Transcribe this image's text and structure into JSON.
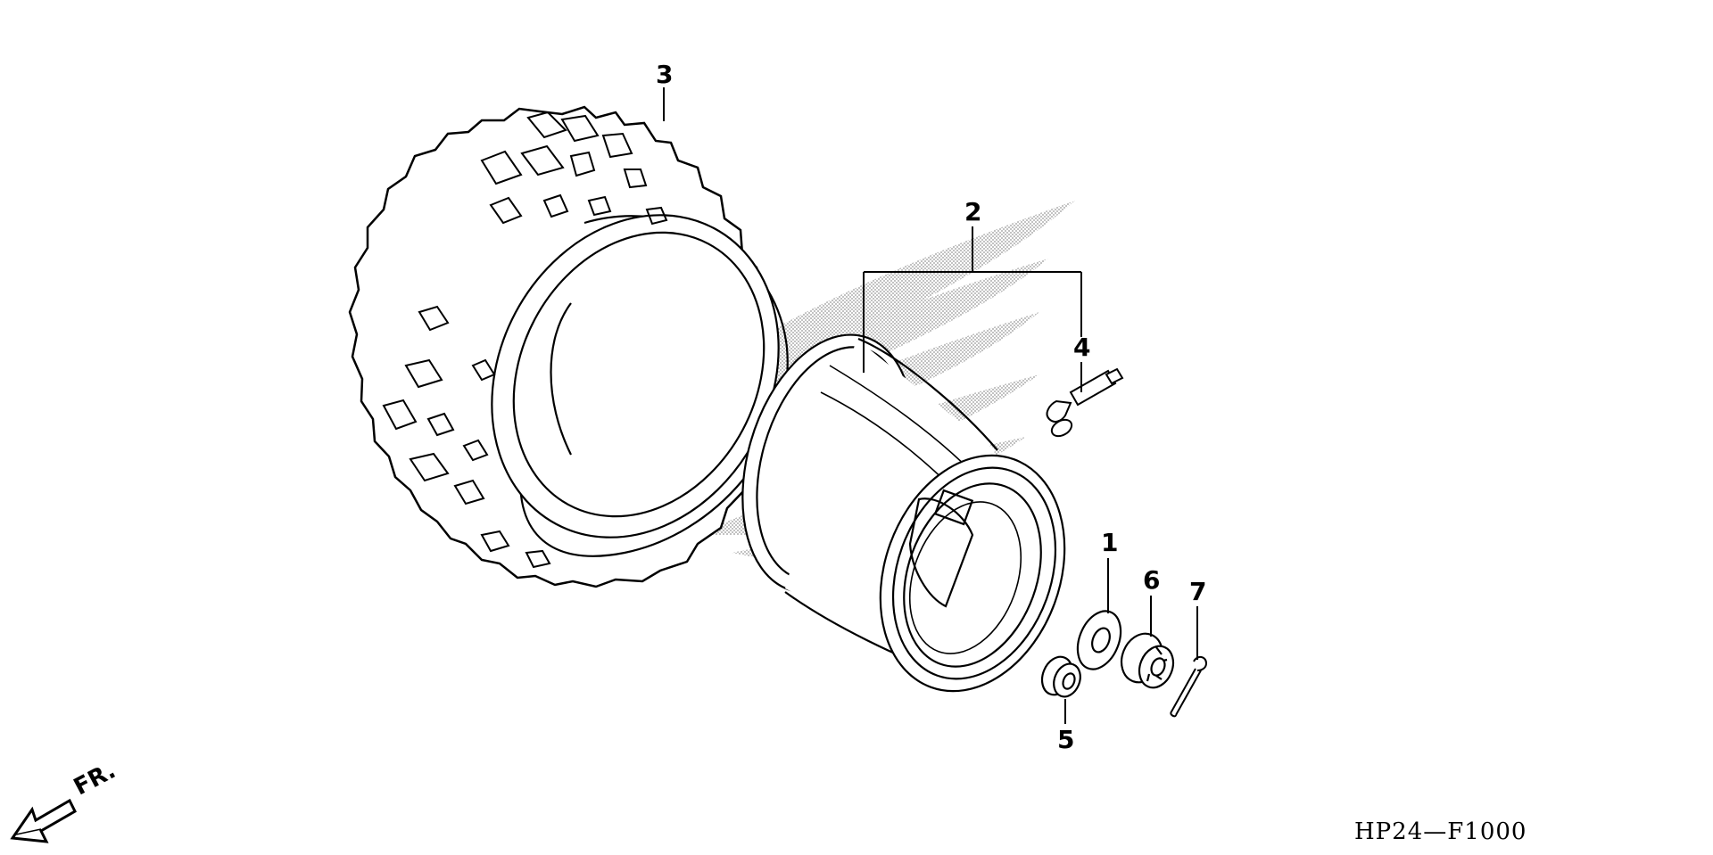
{
  "diagram": {
    "code": "HP24—F1000",
    "direction_label": "FR.",
    "parts": [
      {
        "ref": "1"
      },
      {
        "ref": "2"
      },
      {
        "ref": "3"
      },
      {
        "ref": "4"
      },
      {
        "ref": "5"
      },
      {
        "ref": "6"
      },
      {
        "ref": "7"
      }
    ]
  },
  "icons": {
    "front_arrow": "front-direction-arrow-icon",
    "watermark": "brand-wing-watermark-icon"
  },
  "colors": {
    "ink": "#000000",
    "background": "#ffffff",
    "screen": "#b0b0b0"
  }
}
